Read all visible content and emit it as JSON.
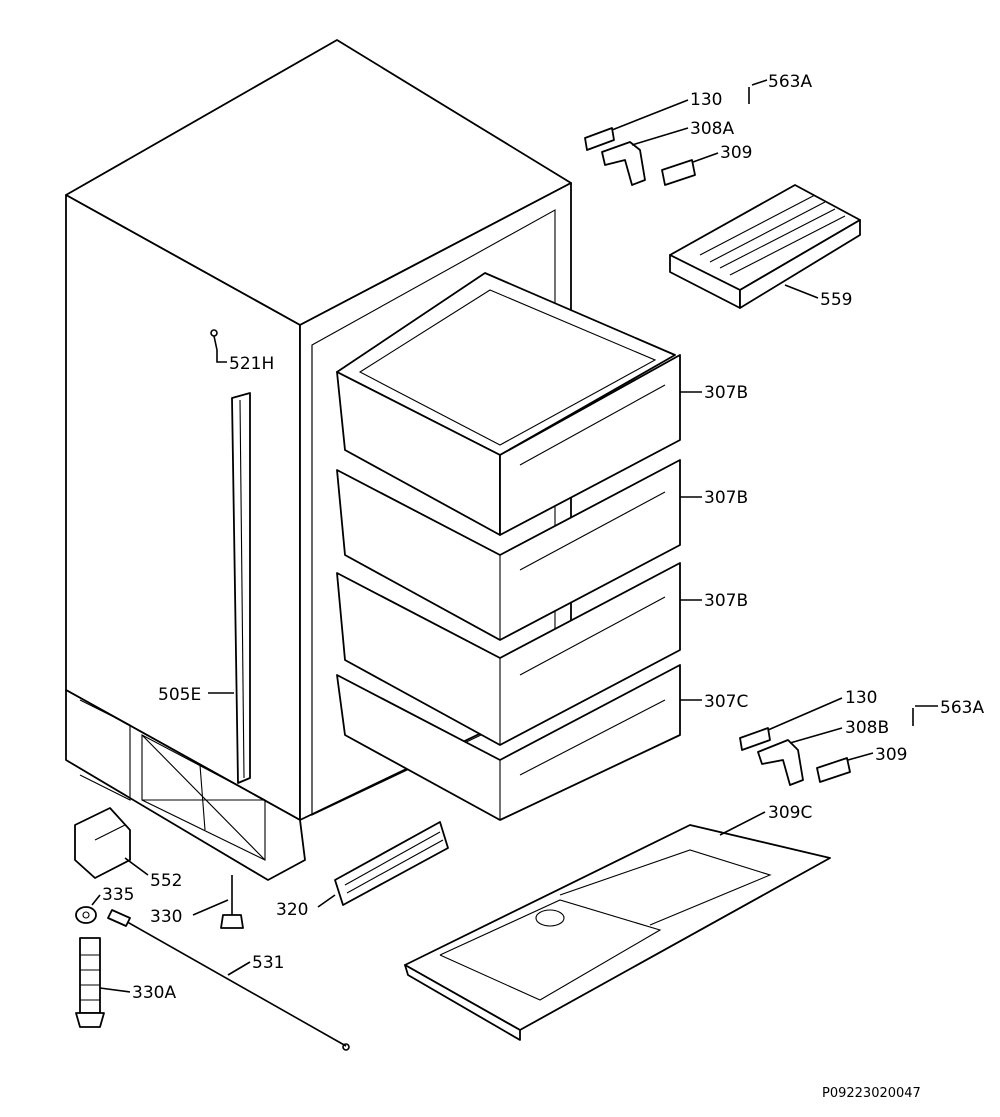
{
  "labels": {
    "p563a_top": "563A",
    "p130_top": "130",
    "p308a": "308A",
    "p309_top": "309",
    "p559": "559",
    "p521h": "521H",
    "p307b_1": "307B",
    "p307b_2": "307B",
    "p307b_3": "307B",
    "p307c": "307C",
    "p505e": "505E",
    "p130_bot": "130",
    "p563a_bot": "563A",
    "p308b": "308B",
    "p309_bot": "309",
    "p309c": "309C",
    "p552": "552",
    "p335": "335",
    "p330": "330",
    "p320": "320",
    "p531": "531",
    "p330a": "330A"
  },
  "reference_code": "P09223020047"
}
